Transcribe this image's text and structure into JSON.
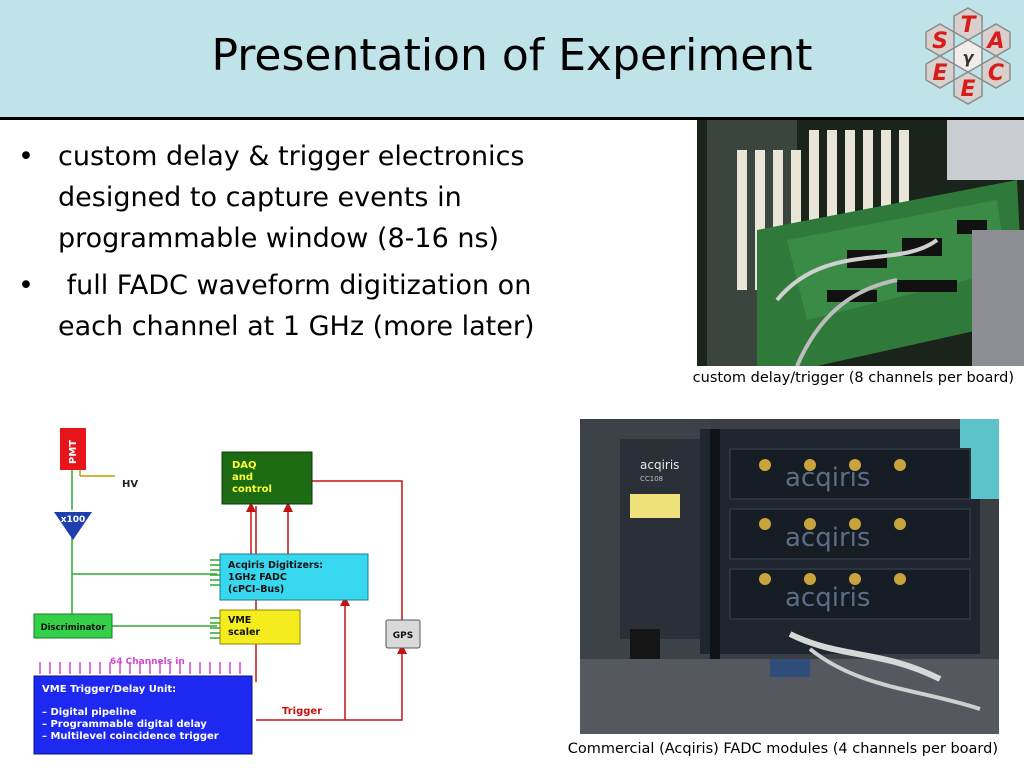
{
  "header": {
    "title": "Presentation of Experiment",
    "logo_letters": [
      "T",
      "S",
      "A",
      "γ",
      "E",
      "C",
      "E"
    ]
  },
  "bullets": [
    {
      "mark": "•",
      "text": "custom delay & trigger electronics designed to capture events in programmable window (8-16 ns)"
    },
    {
      "mark": "•",
      "text": " full FADC waveform digitization on each channel at 1 GHz (more later)"
    }
  ],
  "photos": [
    {
      "caption": "custom delay/trigger (8 channels per board)"
    },
    {
      "caption": "Commercial (Acqiris) FADC modules (4 channels per board)",
      "brand": "acqiris",
      "model": "CC108",
      "label_text": "acqiris"
    }
  ],
  "diagram": {
    "pmt": "PMT",
    "hv": "HV",
    "amp": "x100",
    "daq": [
      "DAQ",
      "and",
      "control"
    ],
    "digitizer": [
      "Acqiris Digitizers:",
      "1GHz FADC",
      "(cPCI–Bus)"
    ],
    "scaler": [
      "VME",
      "scaler"
    ],
    "gps": "GPS",
    "discriminator": "Discriminator",
    "channels": "64 Channels in",
    "trigger": "Trigger",
    "vme_unit": [
      "VME Trigger/Delay Unit:",
      "",
      "– Digital pipeline",
      "– Programmable digital delay",
      "– Multilevel coincidence trigger"
    ],
    "colors": {
      "pmt": "#e8141c",
      "amp": "#1e3fae",
      "daq": "#1d6b12",
      "daq_text": "#ffff33",
      "digitizer": "#38d7f0",
      "scaler": "#f5ec1e",
      "gps": "#d9d9d9",
      "disc": "#34d04a",
      "vme": "#1d29f0",
      "green_line": "#2eab2e",
      "red_line": "#c41212",
      "magenta": "#d04bd0"
    }
  }
}
